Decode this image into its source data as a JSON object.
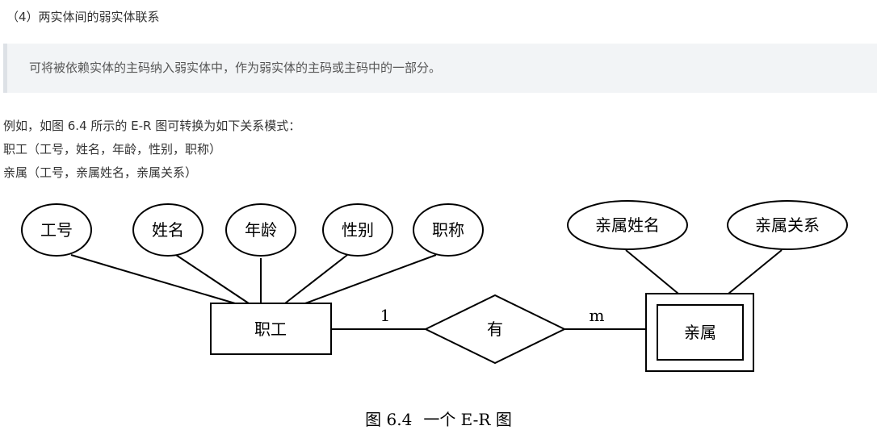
{
  "heading": "（4）两实体间的弱实体联系",
  "quote": "可将被依赖实体的主码纳入弱实体中，作为弱实体的主码或主码中的一部分。",
  "paragraphs": [
    "例如，如图 6.4 所示的 E-R 图可转换为如下关系模式：",
    "职工（工号，姓名，年龄，性别，职称）",
    "亲属（工号，亲属姓名，亲属关系）"
  ],
  "diagram": {
    "entity_employee": "职工",
    "entity_relative": "亲属",
    "relationship": "有",
    "card_left": "1",
    "card_right": "m",
    "attrs_employee": [
      "工号",
      "姓名",
      "年龄",
      "性别",
      "职称"
    ],
    "attrs_relative": [
      "亲属姓名",
      "亲属关系"
    ]
  },
  "caption": {
    "number": "图 6.4",
    "title": "一个 E-R 图"
  }
}
